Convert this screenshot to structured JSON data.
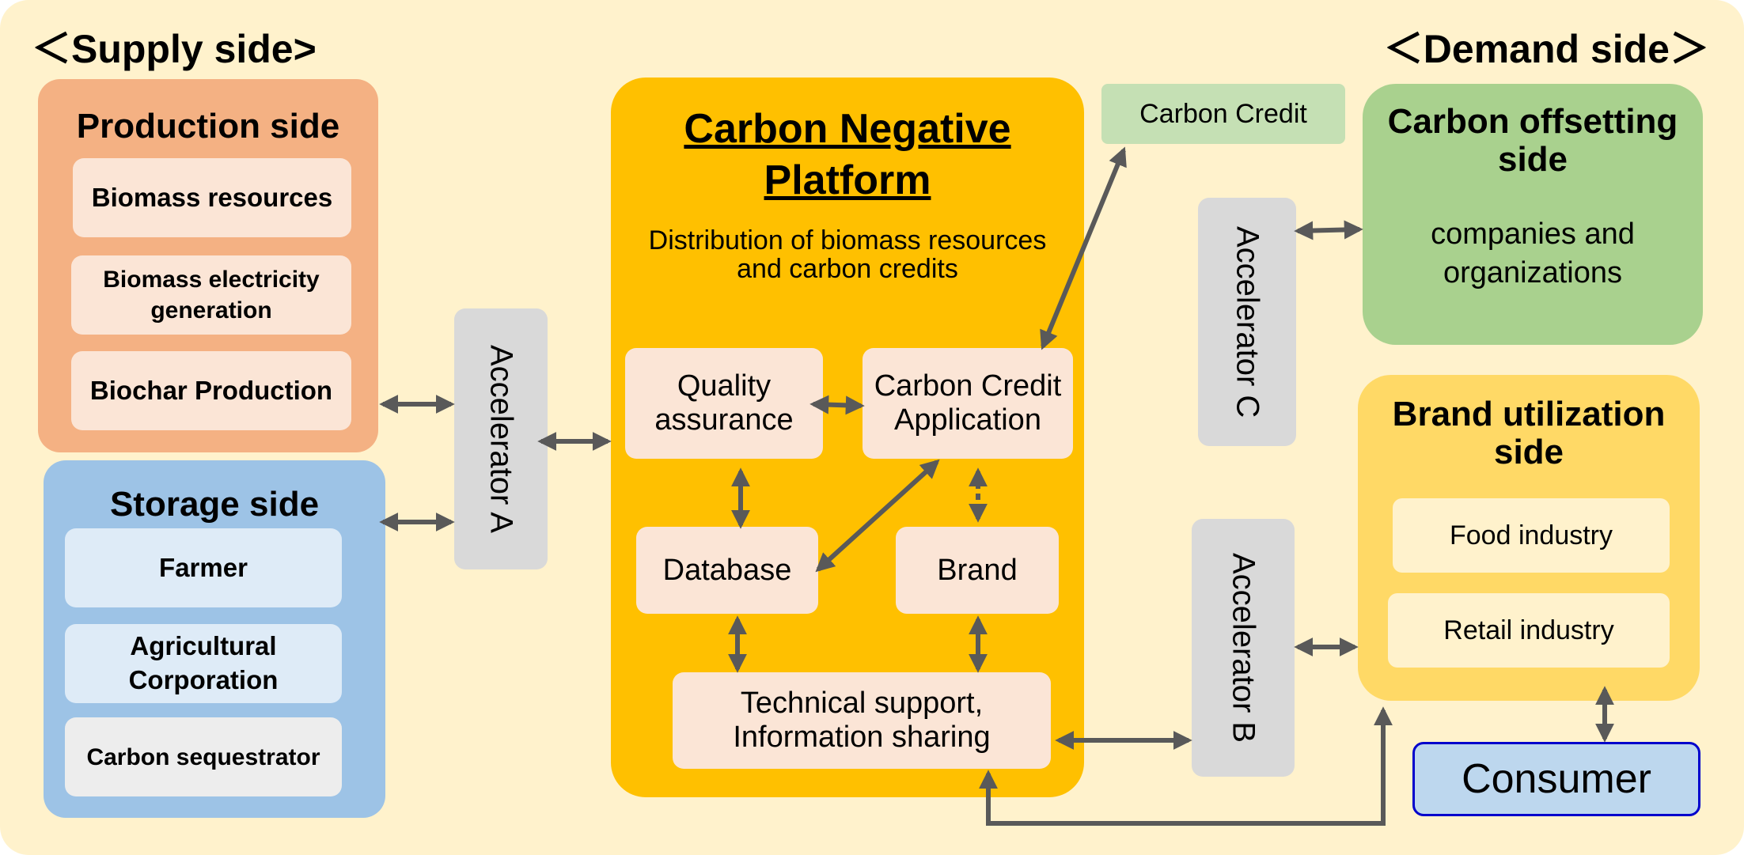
{
  "supply_side": {
    "label": "＜Supply side>",
    "production": {
      "title": "Production side",
      "items": [
        "Biomass resources",
        "Biomass electricity generation",
        "Biochar Production"
      ]
    },
    "storage": {
      "title": "Storage side",
      "items": [
        "Farmer",
        "Agricultural Corporation",
        "Carbon sequestrator"
      ]
    }
  },
  "demand_side": {
    "label": "＜Demand side＞",
    "carbon_credit": "Carbon Credit",
    "offsetting": {
      "title": "Carbon offsetting side",
      "body": "companies and organizations"
    },
    "brand_utilization": {
      "title": "Brand utilization side",
      "items": [
        "Food industry",
        "Retail industry"
      ]
    },
    "consumer": "Consumer"
  },
  "platform": {
    "title": "Carbon Negative Platform",
    "subtitle": "Distribution of biomass resources and carbon credits",
    "modules": {
      "quality": "Quality assurance",
      "credit_app": "Carbon Credit Application",
      "database": "Database",
      "brand": "Brand",
      "tech": "Technical support, Information sharing"
    }
  },
  "accelerators": {
    "a": "Accelerator A",
    "b": "Accelerator B",
    "c": "Accelerator C"
  },
  "colors": {
    "background": "#fff2cc",
    "production": "#f4b183",
    "storage": "#9dc3e6",
    "platform": "#ffc000",
    "offsetting": "#a9d18e",
    "brand_utilization": "#ffd966",
    "accelerator": "#d9d9d9",
    "consumer": "#bdd7ee",
    "arrow": "#595959"
  }
}
